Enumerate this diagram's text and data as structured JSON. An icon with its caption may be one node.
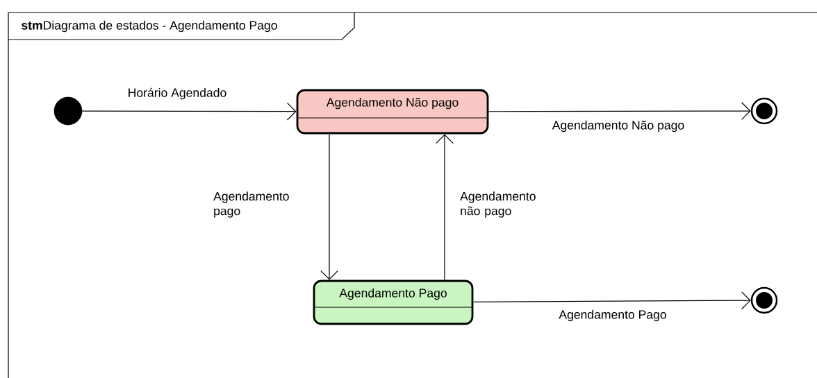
{
  "diagram": {
    "title": "**stm**Diagrama de estados - Agendamento Pago",
    "nodes": [
      {
        "text": [],
        "shape": "circle"
      },
      {
        "text": [
          "Agendamento Não pago"
        ]
      },
      {
        "text": [],
        "shape": "circle"
      },
      {
        "text": [
          "Agendamento Pago"
        ]
      },
      {
        "text": [],
        "shape": "circle"
      }
    ],
    "edges": [
      {
        "from": 0,
        "to": 1,
        "arrow": "to",
        "label": "Horário Agendado"
      },
      {
        "from": 1,
        "to": 2,
        "arrow": "to",
        "label": "Agendamento Não pago"
      },
      {
        "from": 1,
        "to": 3,
        "arrow": "to",
        "label": "Agendamento pago"
      },
      {
        "from": 3,
        "to": 1,
        "arrow": "to",
        "label": "Agendamento não pago"
      },
      {
        "from": 3,
        "to": 4,
        "arrow": "to",
        "label": "Agendamento Pago"
      }
    ]
  }
}
